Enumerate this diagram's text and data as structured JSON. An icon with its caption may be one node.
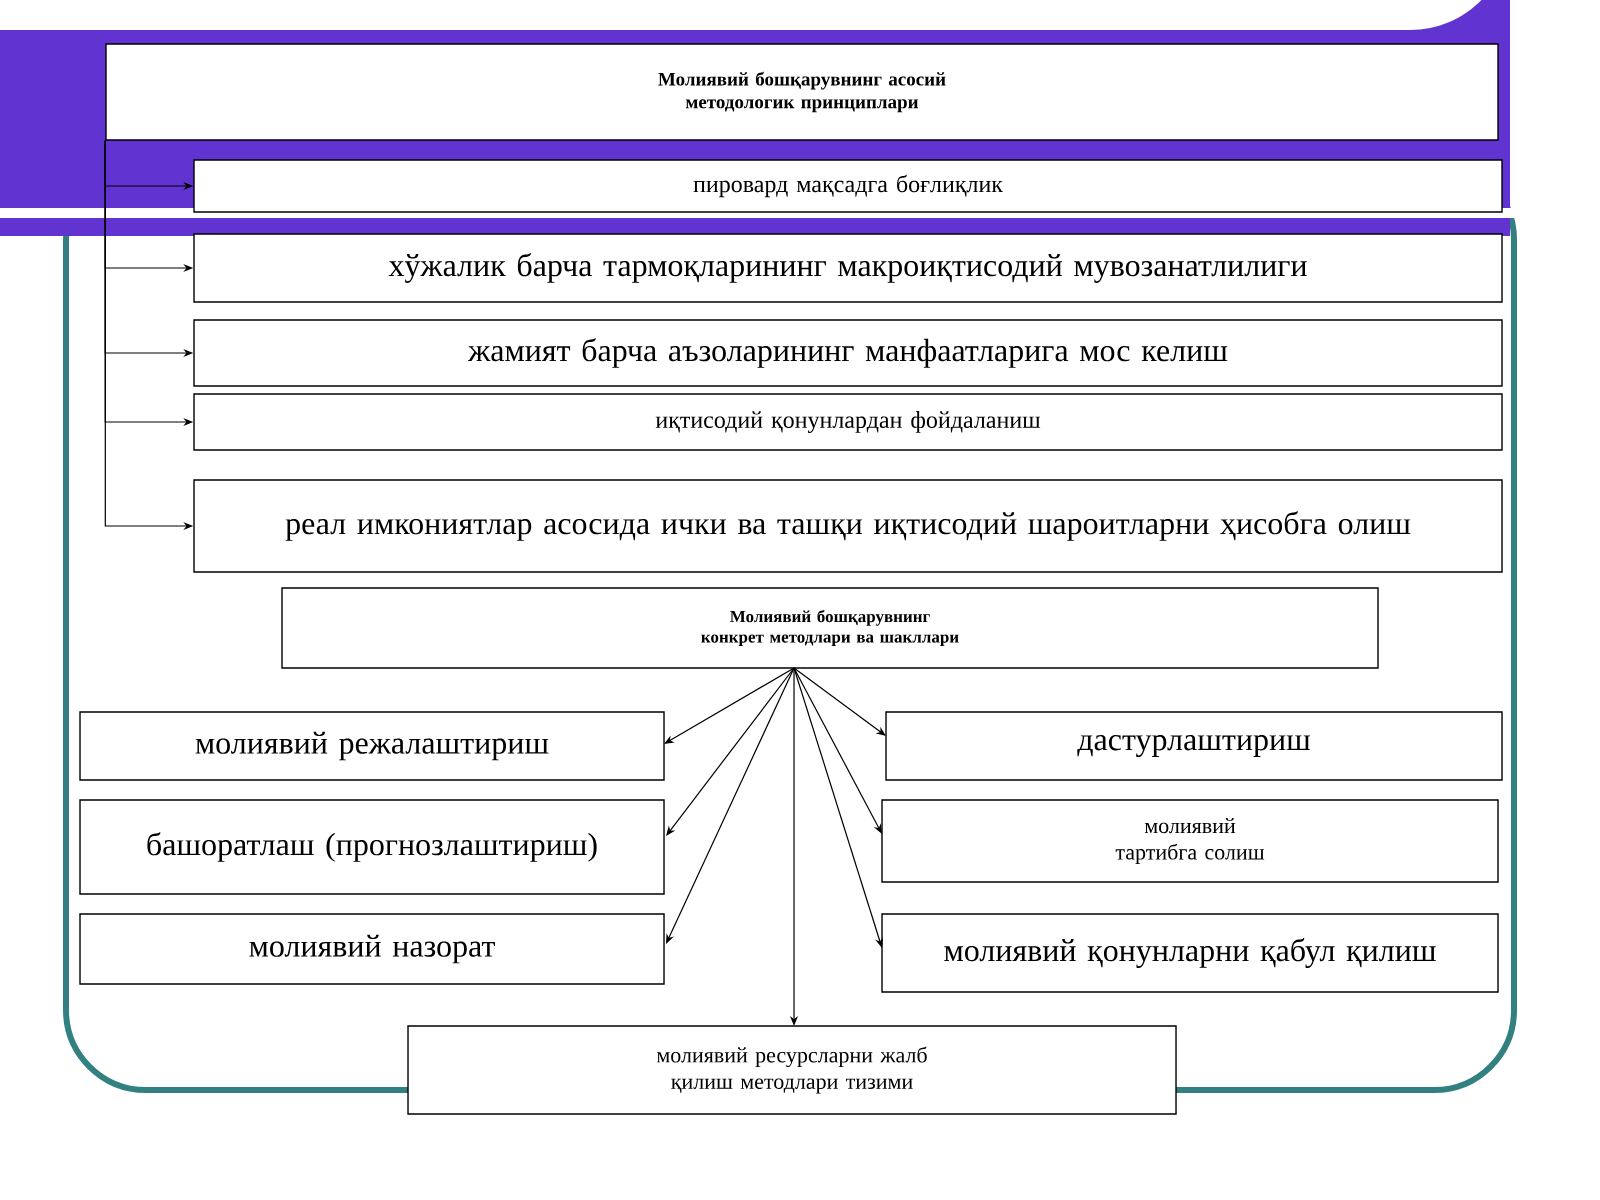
{
  "diagram": {
    "nodes": [
      {
        "text": [
          "Молиявий бошқарувнинг асосий методологик принциплари"
        ]
      },
      {
        "text": [
          "пировард мақсадга боғлиқлик"
        ]
      },
      {
        "text": [
          "хўжалик барча тармоқларининг макроиқтисодий мувозанатлилиги"
        ]
      },
      {
        "text": [
          "жамият барча аъзоларининг манфаатларига мос келиш"
        ]
      },
      {
        "text": [
          "иқтисодий қонунлардан фойдаланиш"
        ]
      },
      {
        "text": [
          "реал имкониятлар асосида ички ва ташқи иқтисодий шароитларни ҳисобга олиш"
        ]
      },
      {
        "text": [
          "Молиявий бошқарувнинг конкрет методлари ва шакллари"
        ]
      },
      {
        "text": [
          "молиявий режалаштириш"
        ]
      },
      {
        "text": [
          "башоратлаш (прогнозлаштириш)"
        ]
      },
      {
        "text": [
          "молиявий назорат"
        ]
      },
      {
        "text": [
          "дастурлаштириш"
        ]
      },
      {
        "text": [
          "молиявий тартибга солиш"
        ]
      },
      {
        "text": [
          "молиявий қонунларни қабул қилиш"
        ]
      },
      {
        "text": [
          "молиявий ресурсларни жалб қилиш методлари тизими"
        ]
      }
    ],
    "edges": [
      {
        "from": 0,
        "to": 1,
        "arrow": "to"
      },
      {
        "from": 0,
        "to": 2,
        "arrow": "to"
      },
      {
        "from": 0,
        "to": 3,
        "arrow": "to"
      },
      {
        "from": 0,
        "to": 4,
        "arrow": "to"
      },
      {
        "from": 0,
        "to": 5,
        "arrow": "to"
      },
      {
        "from": 6,
        "to": 7,
        "arrow": "to"
      },
      {
        "from": 6,
        "to": 8,
        "arrow": "to"
      },
      {
        "from": 6,
        "to": 9,
        "arrow": "to"
      },
      {
        "from": 6,
        "to": 10,
        "arrow": "to"
      },
      {
        "from": 6,
        "to": 11,
        "arrow": "to"
      },
      {
        "from": 6,
        "to": 12,
        "arrow": "to"
      },
      {
        "from": 6,
        "to": 13,
        "arrow": "to"
      }
    ]
  }
}
